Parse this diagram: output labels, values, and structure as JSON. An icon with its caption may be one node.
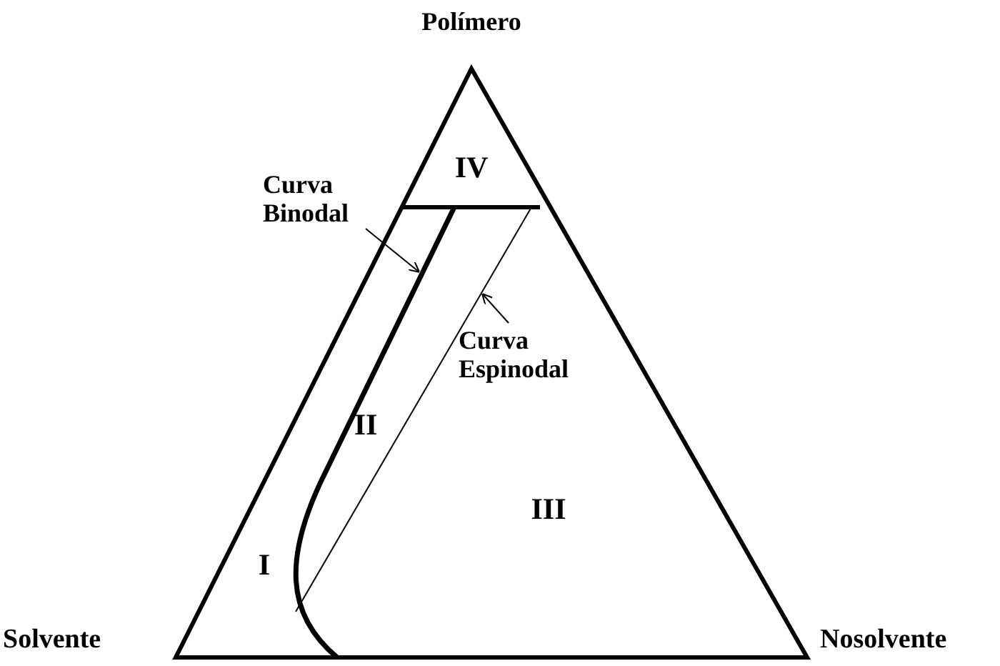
{
  "diagram": {
    "nodes": [
      {
        "text": [
          "Curva Binodal"
        ]
      },
      {
        "text": [],
        "shape": "curve"
      },
      {
        "text": [
          "Curva Espinodal"
        ]
      },
      {
        "text": [],
        "shape": "line"
      }
    ],
    "edges": [
      {
        "from": 0,
        "to": 1,
        "arrow": "to"
      },
      {
        "from": 2,
        "to": 3,
        "arrow": "to"
      }
    ],
    "labels": [
      "Polímero",
      "IV",
      "II",
      "III",
      "I",
      "Solvente",
      "Nosolvente"
    ]
  }
}
